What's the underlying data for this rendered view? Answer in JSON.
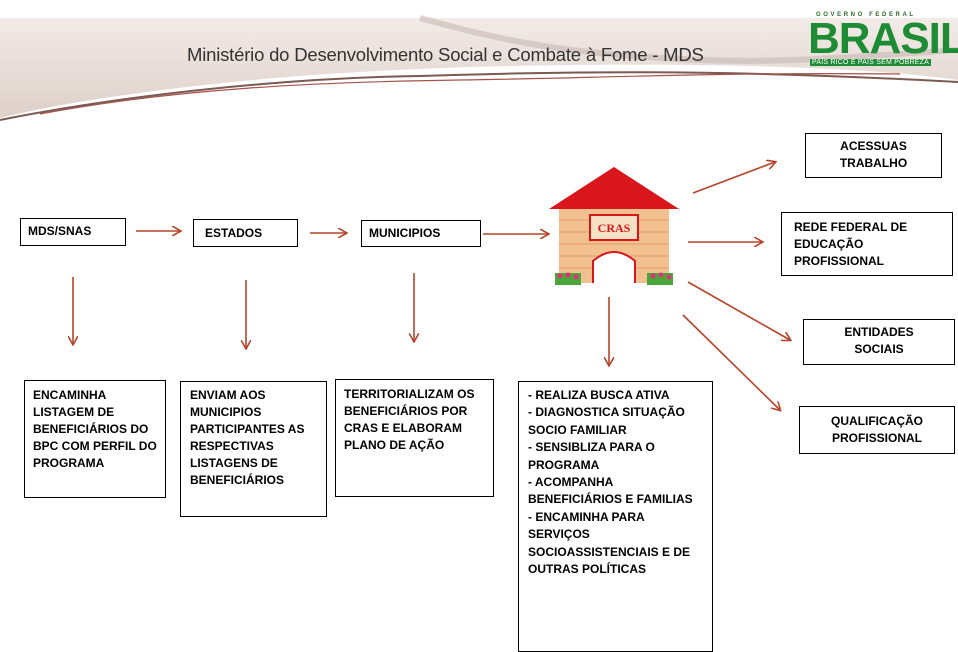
{
  "header": {
    "title": "Ministério do Desenvolvimento Social e Combate à Fome - MDS",
    "logo_top": "GOVERNO FEDERAL",
    "logo_word": "BRASIL",
    "logo_sub": "PAÍS RICO É PAÍS SEM POBREZA"
  },
  "flow": {
    "mds": "MDS/SNAS",
    "estados": "ESTADOS",
    "municipios": "MUNICIPIOS",
    "cras": "CRAS"
  },
  "descriptions": {
    "mds": "ENCAMINHA LISTAGEM DE BENEFICIÁRIOS DO BPC COM PERFIL DO PROGRAMA",
    "estados": "ENVIAM AOS MUNICIPIOS PARTICIPANTES AS RESPECTIVAS LISTAGENS DE BENEFICIÁRIOS",
    "municipios": "TERRITORIALIZAM OS BENEFICIÁRIOS POR CRAS E ELABORAM PLANO DE AÇÃO",
    "cras_lines": [
      "- REALIZA BUSCA ATIVA",
      "- DIAGNOSTICA SITUAÇÃO SOCIO FAMILIAR",
      "- SENSIBLIZA PARA O PROGRAMA",
      "- ACOMPANHA BENEFICIÁRIOS E FAMILIAS",
      "- ENCAMINHA PARA SERVIÇOS SOCIOASSISTENCIAIS E DE OUTRAS POLÍTICAS"
    ]
  },
  "outputs": {
    "acessuas": "ACESSUAS TRABALHO",
    "rede": "REDE FEDERAL DE EDUCAÇÃO PROFISSIONAL",
    "entidades": "ENTIDADES SOCIAIS",
    "qualificacao": "QUALIFICAÇÃO PROFISSIONAL"
  },
  "colors": {
    "arrow": "#b5452a",
    "roof": "#d9161c",
    "wall": "#f2c18f",
    "brasil_green": "#1d8c35"
  }
}
